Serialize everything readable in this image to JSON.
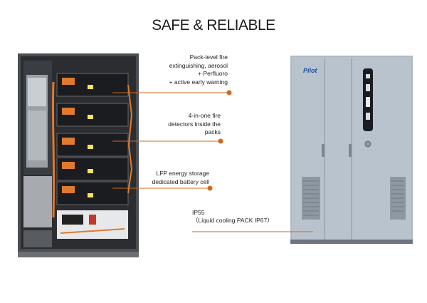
{
  "title": "SAFE & RELIABLE",
  "accent_color": "#d2691e",
  "callouts": [
    {
      "lines": [
        "Pack-level fire",
        "extinguishing, aerosol",
        "+ Perfluoro",
        "+ active early warning"
      ]
    },
    {
      "lines": [
        "4-in-one fire",
        "detectors inside the",
        "packs"
      ]
    },
    {
      "lines": [
        "LFP energy storage",
        "dedicated battery cell"
      ]
    }
  ],
  "ip_rating": {
    "lines": [
      "IP55",
      "（Liquid cooling PACK IP67）"
    ]
  },
  "brand_logo": "Pilot"
}
